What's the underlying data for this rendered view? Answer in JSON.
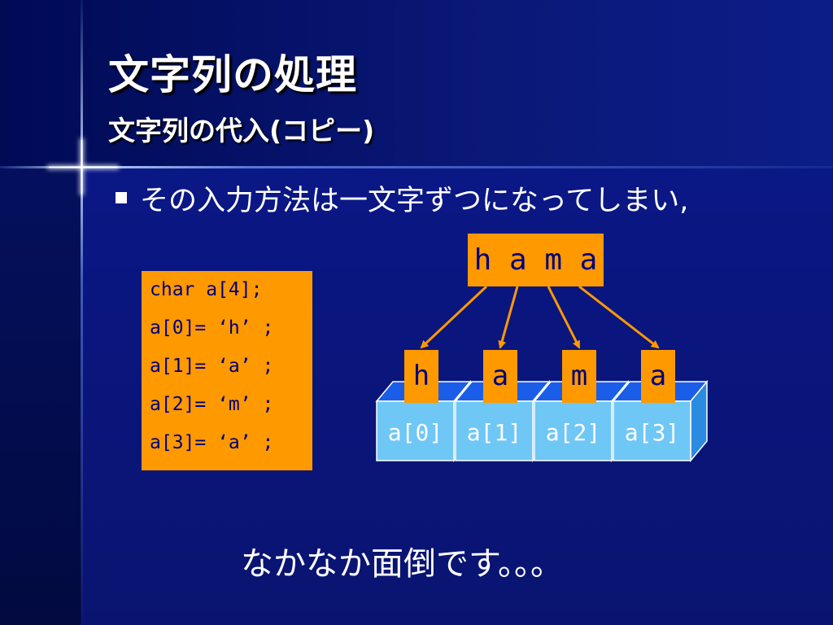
{
  "slide": {
    "title": "文字列の処理",
    "subtitle": "文字列の代入(コピー)",
    "bullet": "その入力方法は一文字ずつになってしまい,",
    "code_lines": [
      "char a[4];",
      "a[0]= ‘h’ ;",
      "a[1]= ‘a’ ;",
      "a[2]= ‘m’ ;",
      "a[3]= ‘a’ ;"
    ],
    "word": "h a m a",
    "cells": [
      {
        "char": "h",
        "label": "a[0]"
      },
      {
        "char": "a",
        "label": "a[1]"
      },
      {
        "char": "m",
        "label": "a[2]"
      },
      {
        "char": "a",
        "label": "a[3]"
      }
    ],
    "footer": "なかなか面倒です。。。"
  },
  "colors": {
    "background": "#0b1a8e",
    "box_orange": "#ff9900",
    "code_text": "#00007a",
    "cube_front": "#6fc7f5",
    "cube_top": "#1a5de8",
    "cube_side": "#2a8be0",
    "arrow": "#ff9900"
  }
}
